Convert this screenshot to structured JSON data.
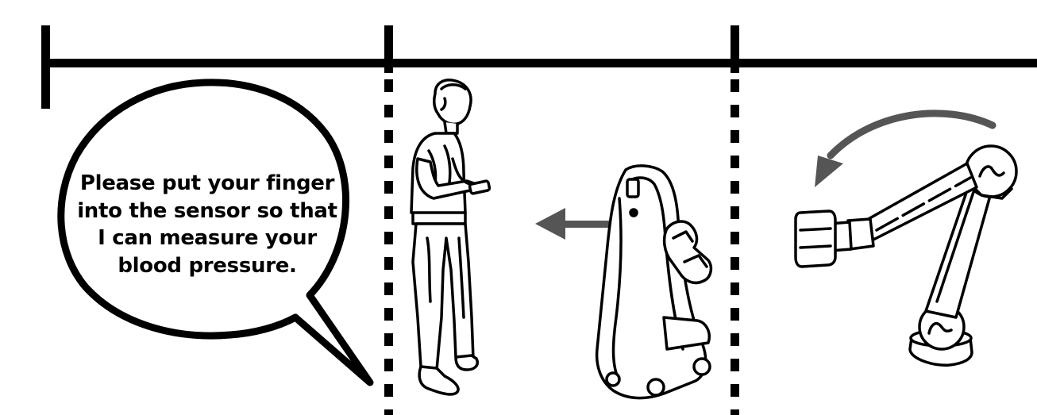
{
  "speech_bubble": {
    "lines": [
      "Please put your finger",
      "into the sensor so that",
      "I can measure your",
      "blood pressure."
    ]
  },
  "colors": {
    "ink": "#000000",
    "arrow": "#555555",
    "background": "#ffffff"
  },
  "panels": [
    {
      "name": "robot-speaking-panel",
      "figure": "speech-bubble"
    },
    {
      "name": "approach-panel",
      "figure": "person-and-mobile-robot"
    },
    {
      "name": "arm-motion-panel",
      "figure": "robot-arm"
    }
  ]
}
